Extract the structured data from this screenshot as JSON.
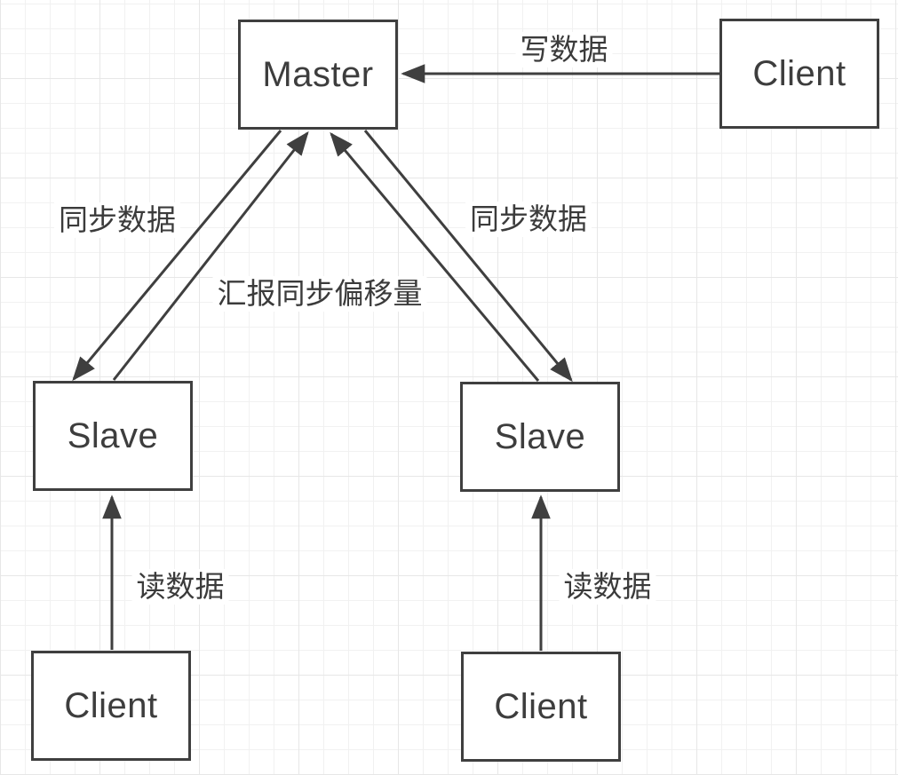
{
  "diagram": {
    "description": "Master-Slave replication read/write flow diagram",
    "nodes": {
      "master": {
        "label": "Master"
      },
      "client_top": {
        "label": "Client"
      },
      "slave_left": {
        "label": "Slave"
      },
      "slave_right": {
        "label": "Slave"
      },
      "client_bottom_left": {
        "label": "Client"
      },
      "client_bottom_right": {
        "label": "Client"
      }
    },
    "edges": {
      "write": {
        "label": "写数据",
        "from": "client_top",
        "to": "master"
      },
      "sync_left": {
        "label": "同步数据",
        "from": "master",
        "to": "slave_left"
      },
      "report_left": {
        "label": "汇报同步偏移量",
        "from": "slave_left",
        "to": "master"
      },
      "report_right": {
        "label": "",
        "from": "slave_right",
        "to": "master"
      },
      "sync_right": {
        "label": "同步数据",
        "from": "master",
        "to": "slave_right"
      },
      "read_left": {
        "label": "读数据",
        "from": "client_bottom_left",
        "to": "slave_left"
      },
      "read_right": {
        "label": "读数据",
        "from": "client_bottom_right",
        "to": "slave_right"
      }
    },
    "colors": {
      "stroke": "#3f3f3f",
      "text": "#3b3b3b",
      "grid_minor": "#f1f1f1",
      "grid_major": "#e7e7e7",
      "background": "#ffffff"
    }
  }
}
